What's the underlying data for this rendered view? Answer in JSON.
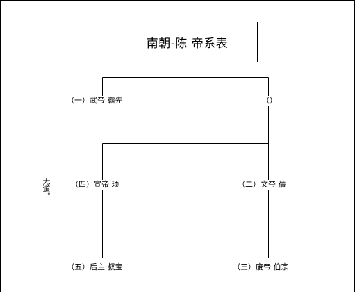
{
  "title": "南朝-陈 帝系表",
  "nodes": {
    "wu_di": "（一）武帝 霸先",
    "unnamed": "（）",
    "xuan_di": "（四）宣帝 顼",
    "wen_di": "（二）文帝 蒨",
    "hou_zhu": "（五）后主 叔宝",
    "fei_di": "（三）废帝 伯宗"
  },
  "note": "无道。",
  "colors": {
    "line": "#000000",
    "border": "#000000",
    "background": "#ffffff",
    "text": "#000000"
  }
}
